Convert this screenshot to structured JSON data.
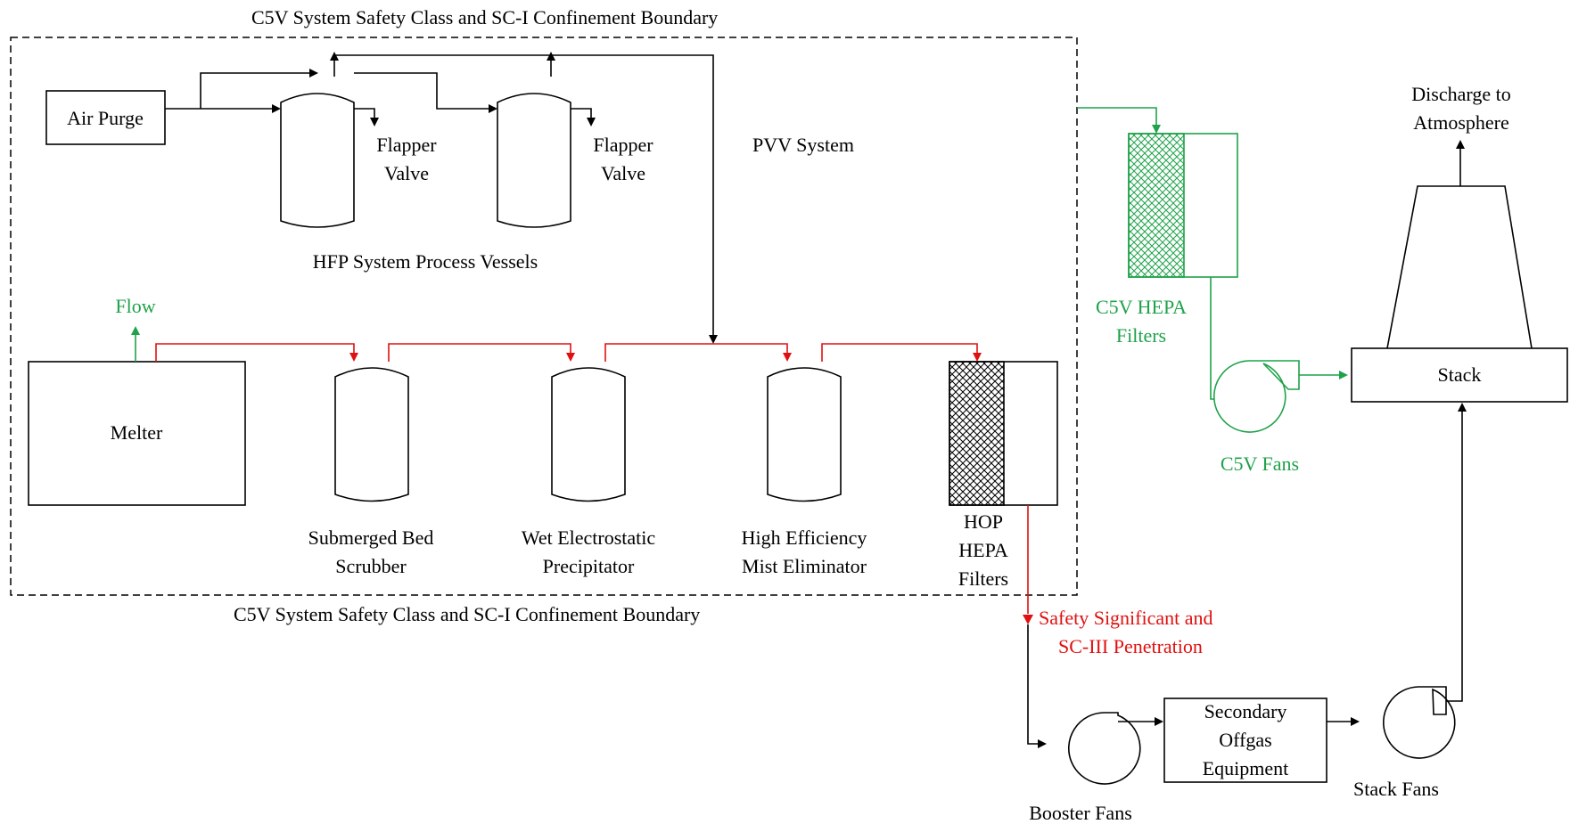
{
  "diagram": {
    "boundary_label_top": "C5V System Safety Class and SC-I Confinement Boundary",
    "boundary_label_bottom": "C5V System Safety Class and SC-I Confinement Boundary",
    "air_purge": "Air Purge",
    "flapper_valve_1": [
      "Flapper",
      "Valve"
    ],
    "flapper_valve_2": [
      "Flapper",
      "Valve"
    ],
    "pvv_system": "PVV System",
    "hfp_vessels": "HFP System Process Vessels",
    "flow_label": "Flow",
    "melter": "Melter",
    "submerged_bed_scrubber": [
      "Submerged Bed",
      "Scrubber"
    ],
    "wet_esp": [
      "Wet Electrostatic",
      "Precipitator"
    ],
    "hem": [
      "High Efficiency",
      "Mist Eliminator"
    ],
    "hop_hepa": [
      "HOP",
      "HEPA",
      "Filters"
    ],
    "c5v_hepa": [
      "C5V HEPA",
      "Filters"
    ],
    "c5v_fans": "C5V Fans",
    "stack": "Stack",
    "discharge": [
      "Discharge to",
      "Atmosphere"
    ],
    "safety_penetration": [
      "Safety Significant and",
      "SC-III Penetration"
    ],
    "booster_fans": "Booster Fans",
    "secondary_offgas": [
      "Secondary",
      "Offgas",
      "Equipment"
    ],
    "stack_fans": "Stack Fans",
    "colors": {
      "green": "#1fa24a",
      "red": "#e01010",
      "black": "#000000"
    }
  }
}
